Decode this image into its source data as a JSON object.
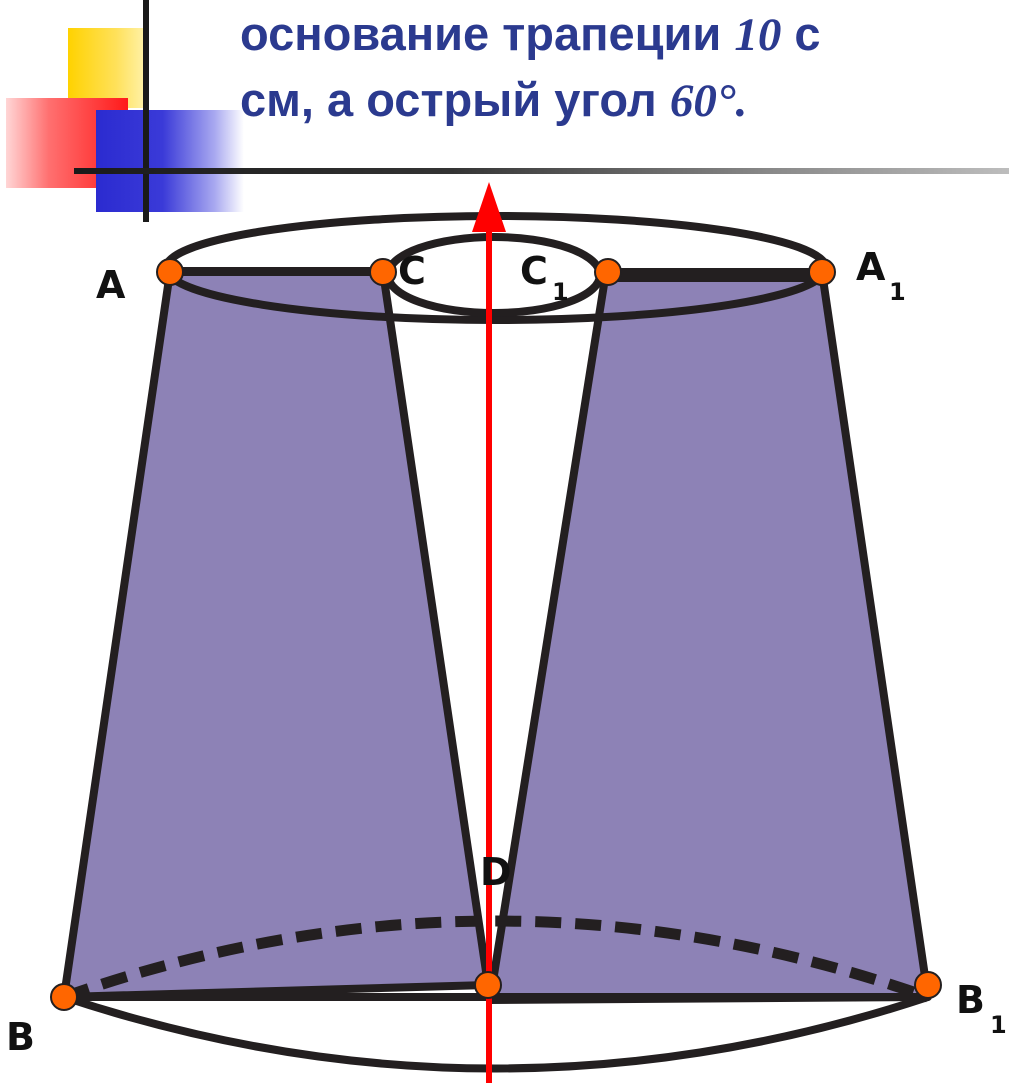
{
  "title": {
    "line1_text": "основание трапеции ",
    "line1_math": "10",
    "line1_tail": " с",
    "line2_text": "см, а острый угол ",
    "line2_math": "60°."
  },
  "labels": {
    "A": "A",
    "C": "C",
    "C1": "C",
    "C1_sub": "1",
    "A1": "A",
    "A1_sub": "1",
    "D": "D",
    "B": "B",
    "B1": "B",
    "B1_sub": "1"
  },
  "colors": {
    "title": "#2b3a8f",
    "fill": "#8d82b6",
    "stroke": "#231f20",
    "axis": "#ff0000",
    "point": "#ff6600"
  }
}
